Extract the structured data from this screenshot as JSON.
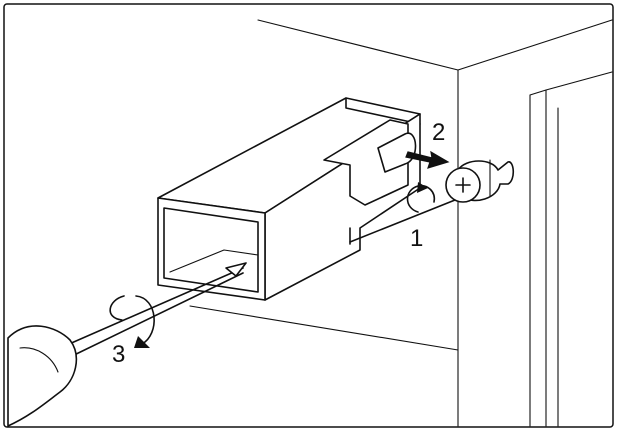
{
  "steps": [
    {
      "label": "1",
      "action": "rotate"
    },
    {
      "label": "2",
      "action": "pull"
    },
    {
      "label": "3",
      "action": "rotate"
    }
  ],
  "colors": {
    "stroke": "#111111",
    "background": "#ffffff"
  }
}
